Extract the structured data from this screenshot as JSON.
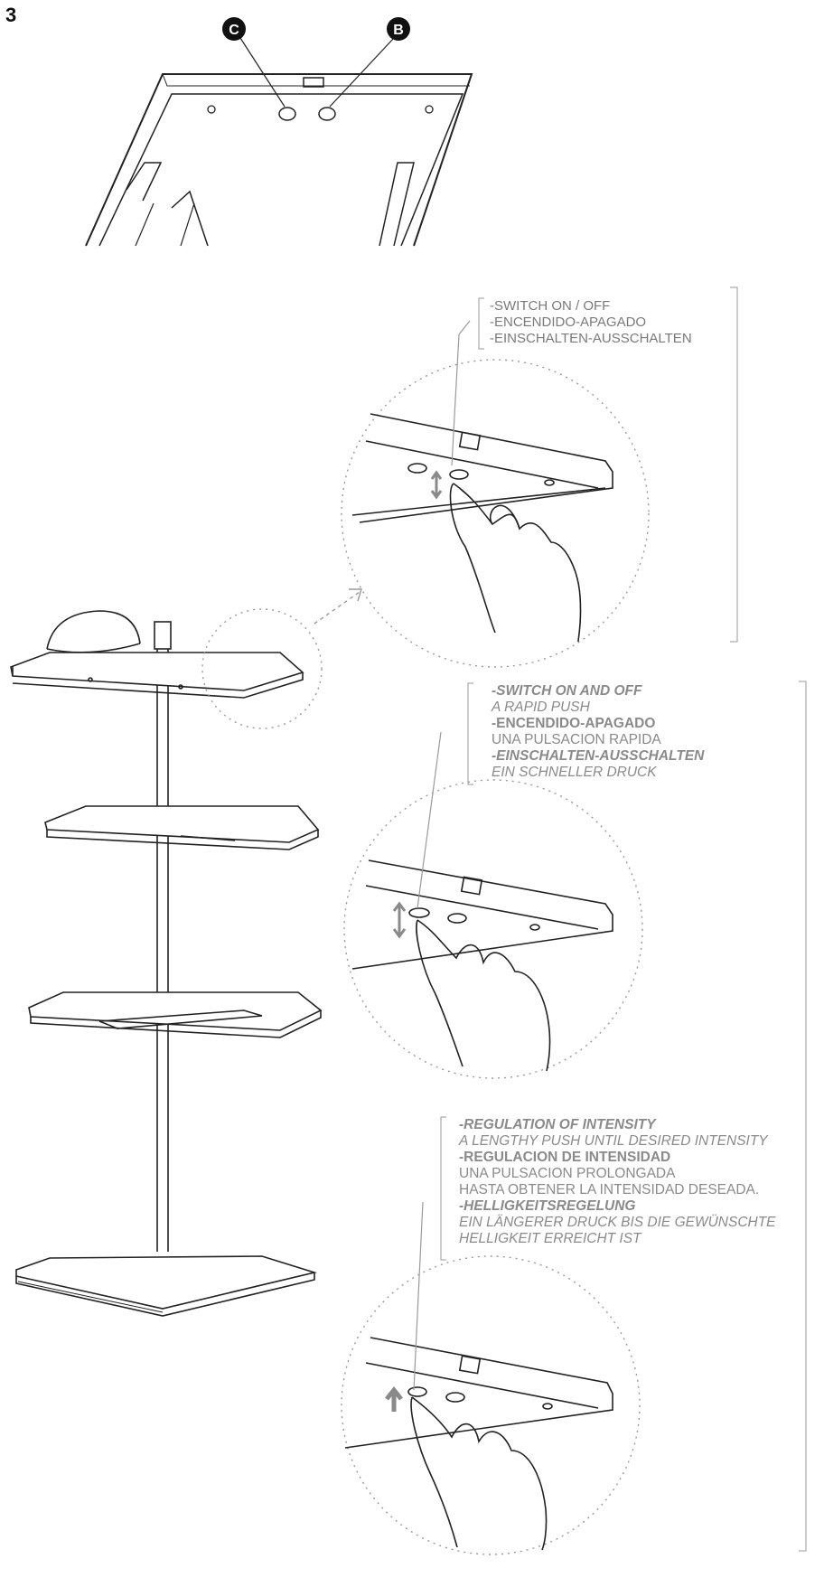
{
  "step_number": "3",
  "callouts": {
    "c": "C",
    "b": "B"
  },
  "caption1": {
    "line1": "-SWITCH ON / OFF",
    "line2": "-ENCENDIDO-APAGADO",
    "line3": "-EINSCHALTEN-AUSSCHALTEN"
  },
  "caption2": {
    "en_title": "-SWITCH ON AND OFF",
    "en_desc": "A RAPID PUSH",
    "es_title": "-ENCENDIDO-APAGADO",
    "es_desc": "UNA PULSACION RAPIDA",
    "de_title": "-EINSCHALTEN-AUSSCHALTEN",
    "de_desc": "EIN SCHNELLER DRUCK"
  },
  "caption3": {
    "en_title": "-REGULATION OF INTENSITY",
    "en_desc": "A LENGTHY PUSH UNTIL DESIRED INTENSITY",
    "es_title": "-REGULACION DE INTENSIDAD",
    "es_desc1": "UNA PULSACION PROLONGADA",
    "es_desc2": "HASTA OBTENER LA INTENSIDAD DESEADA.",
    "de_title": "-HELLIGKEITSREGELUNG",
    "de_desc1": "EIN LÄNGERER DRUCK BIS DIE GEWÜNSCHTE",
    "de_desc2": "HELLIGKEIT ERREICHT IST"
  },
  "colors": {
    "line": "#222222",
    "text_gray": "#8a8a8a",
    "dotted": "#9a9a9a",
    "callout_fill": "#111111"
  }
}
